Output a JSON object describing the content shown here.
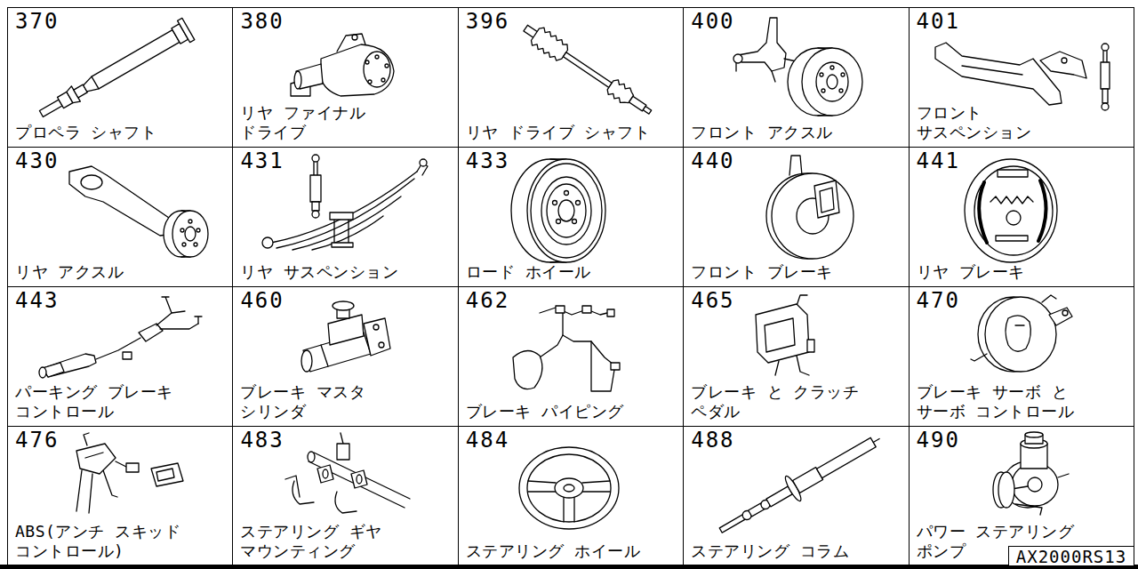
{
  "diagram": {
    "nodes": [
      {
        "text": [
          "370",
          "プロペラ シャフト"
        ]
      },
      {
        "text": [
          "380",
          "リヤ ファイナル ドライブ"
        ]
      },
      {
        "text": [
          "396",
          "リヤ ドライブ シャフト"
        ]
      },
      {
        "text": [
          "400",
          "フロント アクスル"
        ]
      },
      {
        "text": [
          "401",
          "フロント サスペンション"
        ]
      },
      {
        "text": [
          "430",
          "リヤ アクスル"
        ]
      },
      {
        "text": [
          "431",
          "リヤ サスペンション"
        ]
      },
      {
        "text": [
          "433",
          "ロード ホイール"
        ]
      },
      {
        "text": [
          "440",
          "フロント ブレーキ"
        ]
      },
      {
        "text": [
          "441",
          "リヤ ブレーキ"
        ]
      },
      {
        "text": [
          "443",
          "パーキング ブレーキ コントロール"
        ]
      },
      {
        "text": [
          "460",
          "ブレーキ マスタ シリンダ"
        ]
      },
      {
        "text": [
          "462",
          "ブレーキ パイピング"
        ]
      },
      {
        "text": [
          "465",
          "ブレーキ と クラッチ ペダル"
        ]
      },
      {
        "text": [
          "470",
          "ブレーキ サーボ と サーボ コントロール"
        ]
      },
      {
        "text": [
          "476",
          "ABS(アンチ スキッド コントロール)"
        ]
      },
      {
        "text": [
          "483",
          "ステアリング ギヤ マウンティング"
        ]
      },
      {
        "text": [
          "484",
          "ステアリング ホイール"
        ]
      },
      {
        "text": [
          "488",
          "ステアリング コラム"
        ]
      },
      {
        "text": [
          "490",
          "パワー ステアリング ポンプ"
        ]
      },
      {
        "text": [
          "AX2000RS13"
        ]
      }
    ]
  }
}
